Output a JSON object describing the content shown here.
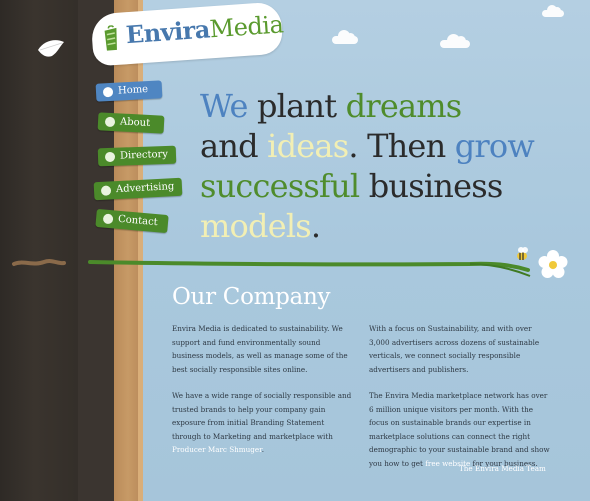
{
  "brand": {
    "name_part1": "Envira",
    "name_part2": "Media"
  },
  "nav": [
    {
      "label": "Home",
      "icon": "flower-icon"
    },
    {
      "label": "About",
      "icon": "globe-icon"
    },
    {
      "label": "Directory",
      "icon": "apple-icon"
    },
    {
      "label": "Advertising",
      "icon": "shield-icon"
    },
    {
      "label": "Contact",
      "icon": "star-icon"
    }
  ],
  "headline": {
    "w1": "We",
    "w2": " plant ",
    "w3": "dreams",
    "w4": "and ",
    "w5": "ideas",
    "w6": ". Then ",
    "w7": "grow",
    "w8": "successful",
    "w9": " business ",
    "w10": "models",
    "w11": "."
  },
  "company": {
    "title": "Our Company",
    "left_p1": "Envira Media is dedicated to sustainability. We support and fund environmentally sound business models, as well as manage some of the best socially responsible sites online.",
    "left_p2_a": "We have a wide range of socially responsible and trusted brands to help your company gain exposure from initial Branding Statement through to Marketing and marketplace with ",
    "left_p2_link": "Producer Marc Shmuger",
    "left_p2_b": ".",
    "right_p1": "With a focus on Sustainability, and with over 3,000 advertisers across dozens of sustainable verticals, we connect socially responsible advertisers and publishers.",
    "right_p2_a": "The Envira Media marketplace network has over 6 million unique visitors per month. With the focus on sustainable brands our expertise in marketplace solutions can connect the right demographic to your sustainable brand and show you how to get ",
    "right_p2_link": "free website",
    "right_p2_b": " for your business.",
    "signature": "The Envira Media Team"
  },
  "colors": {
    "sky": "#a9c7dc",
    "accent_blue": "#4d82c0",
    "accent_green": "#4f8c2c",
    "accent_yellow": "#f2efb4",
    "trunk": "#2e2a26"
  }
}
